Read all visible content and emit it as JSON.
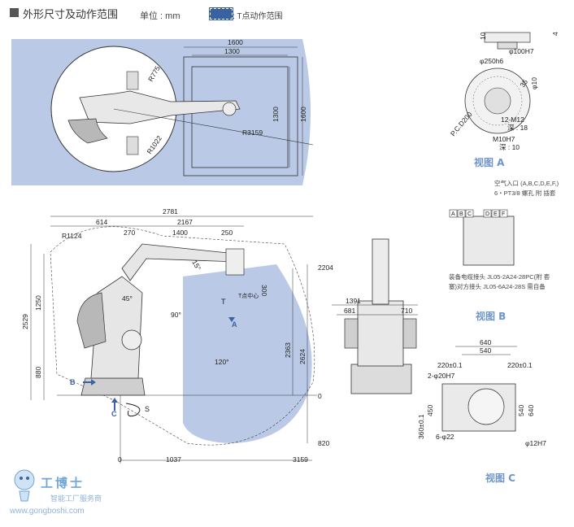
{
  "header": {
    "title": "外形尺寸及动作范围",
    "unit": "单位 : mm",
    "legend": ": T点动作范围"
  },
  "top_view": {
    "dims": [
      "1600",
      "1300",
      "1300",
      "1600",
      "R775",
      "R1022",
      "R3159"
    ]
  },
  "side_view": {
    "dims": [
      "2781",
      "614",
      "2167",
      "270",
      "1400",
      "250",
      "R1124",
      "15°",
      "1250",
      "2529",
      "880",
      "2204",
      "2363",
      "2624",
      "820",
      "0",
      "1037",
      "3159",
      "0",
      "45°",
      "90°",
      "120°",
      "300"
    ],
    "markers": {
      "t": "T",
      "a": "A",
      "b": "B",
      "c": "C",
      "s": "S",
      "t_center": "T点中心"
    }
  },
  "view_a": {
    "title": "视图 A",
    "dims": [
      "10",
      "φ250h6",
      "φ100H7",
      "4",
      "φ10",
      "35",
      "P.C.D200",
      "12-M12",
      "深 : 18",
      "M10H7",
      "深 : 10"
    ],
    "notes": [
      "空气入口 (A,B,C,D,E,F,)",
      "6・PT3/8 螺孔 附 插套"
    ]
  },
  "view_b": {
    "title": "视图 B",
    "labels": [
      "A",
      "B",
      "C",
      "D",
      "E",
      "F"
    ],
    "notes": [
      "装备电缆接头 JL05-2A24-28PC(附 套",
      "塞)对方接头 JL05-6A24-28S 需自备"
    ]
  },
  "front_view": {
    "dims": [
      "1391",
      "681",
      "710"
    ]
  },
  "view_c": {
    "title": "视图 C",
    "dims": [
      "640",
      "540",
      "220±0.1",
      "220±0.1",
      "2-φ20H7",
      "6-φ22",
      "φ12H7",
      "360±0.1",
      "450",
      "540",
      "640"
    ]
  },
  "watermark": {
    "brand": "工博士",
    "tagline": "智能工厂服务商",
    "url": "www.gongboshi.com"
  },
  "colors": {
    "range": "#b9c9e6",
    "line": "#444444",
    "accent": "#6f95c8"
  }
}
